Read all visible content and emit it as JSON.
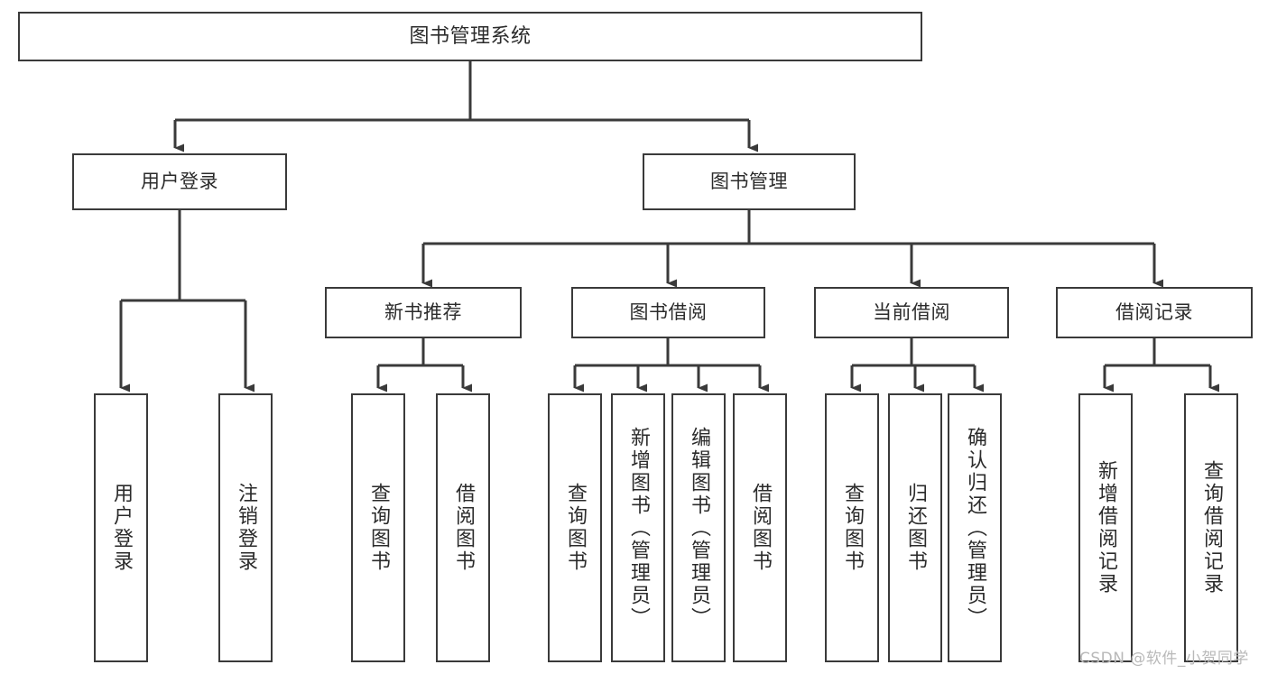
{
  "diagram": {
    "title": "图书管理系统",
    "type": "tree-hierarchy-chart",
    "watermark": "CSDN @软件_小贺同学",
    "stroke_color": "#3a3a3a",
    "text_color": "#2b2b2b",
    "background_color": "#ffffff"
  },
  "nodes": {
    "root": {
      "label": "图书管理系统"
    },
    "level1": [
      {
        "label": "用户登录"
      },
      {
        "label": "图书管理"
      }
    ],
    "level2": [
      {
        "label": "新书推荐"
      },
      {
        "label": "图书借阅"
      },
      {
        "label": "当前借阅"
      },
      {
        "label": "借阅记录"
      }
    ],
    "leaves": {
      "user_login": [
        {
          "label": "用户登录"
        },
        {
          "label": "注销登录"
        }
      ],
      "new_book_recommend": [
        {
          "label": "查询图书"
        },
        {
          "label": "借阅图书"
        }
      ],
      "book_borrow": [
        {
          "label": "查询图书"
        },
        {
          "label": "新增图书（管理员）"
        },
        {
          "label": "编辑图书（管理员）"
        },
        {
          "label": "借阅图书"
        }
      ],
      "current_borrow": [
        {
          "label": "查询图书"
        },
        {
          "label": "归还图书"
        },
        {
          "label": "确认归还（管理员）"
        }
      ],
      "borrow_record": [
        {
          "label": "新增借阅记录"
        },
        {
          "label": "查询借阅记录"
        }
      ]
    }
  }
}
